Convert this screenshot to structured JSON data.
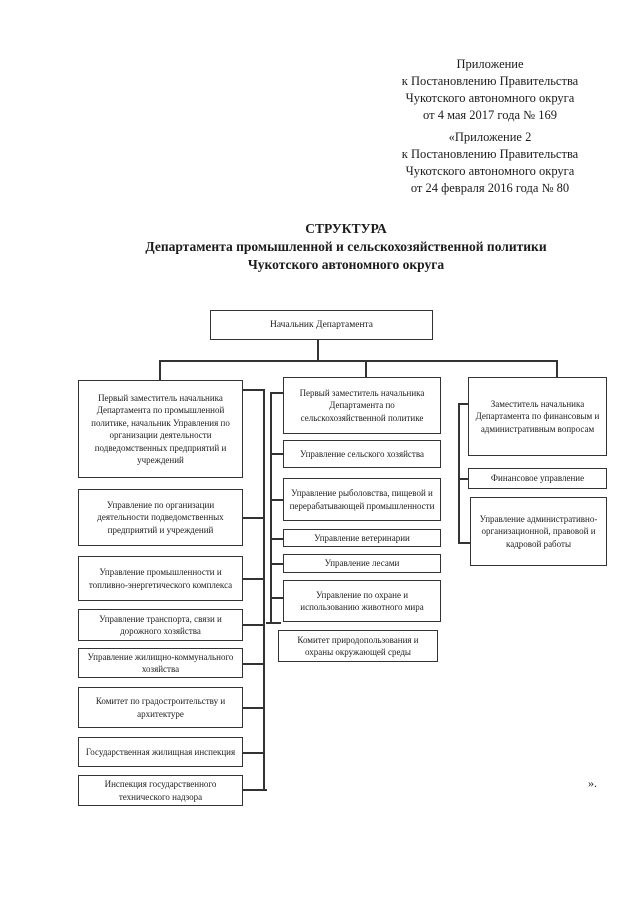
{
  "document": {
    "appendix_1": [
      "Приложение",
      "к Постановлению Правительства",
      "Чукотского  автономного округа",
      "от 4 мая 2017 года № 169"
    ],
    "appendix_2": [
      "«Приложение 2",
      "к Постановлению Правительства",
      "Чукотского  автономного округа",
      "от 24 февраля 2016 года № 80"
    ],
    "title": [
      "СТРУКТУРА",
      "Департамента промышленной и сельскохозяйственной политики",
      "Чукотского автономного округа"
    ],
    "closing_quote": "»."
  },
  "org_chart": {
    "head": "Начальник Департамента",
    "left_branch": [
      "Первый заместитель начальника Департамента по промышленной политике, начальник Управления по организации деятельности подведомственных предприятий и учреждений",
      "Управление по организации деятельности подведомственных предприятий и учреждений",
      "Управление промышленности и топливно-энергетического комплекса",
      "Управление транспорта, связи и дорожного хозяйства",
      "Управление жилищно-коммунального хозяйства",
      "Комитет по градостроительству и архитектуре",
      "Государственная жилищная инспекция",
      "Инспекция государственного технического надзора"
    ],
    "middle_branch": [
      "Первый заместитель начальника Департамента по сельскохозяйственной политике",
      "Управление сельского хозяйства",
      "Управление рыболовства, пищевой и перерабатывающей промышленности",
      "Управление ветеринарии",
      "Управление лесами",
      "Управление по охране и использованию животного мира",
      "Комитет природопользования и охраны окружающей среды"
    ],
    "right_branch": [
      "Заместитель начальника Департамента по финансовым и административным вопросам",
      "Финансовое управление",
      "Управление административно-организационной, правовой и кадровой работы"
    ]
  },
  "colors": {
    "background": "#ffffff",
    "line": "#333333",
    "text": "#1c1c1c"
  }
}
